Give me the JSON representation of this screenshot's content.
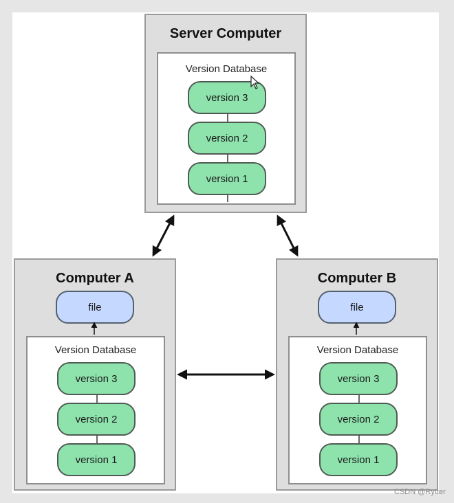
{
  "server": {
    "title": "Server Computer",
    "db_label": "Version Database",
    "versions": [
      "version 3",
      "version 2",
      "version 1"
    ]
  },
  "computer_a": {
    "title": "Computer A",
    "file_label": "file",
    "db_label": "Version Database",
    "versions": [
      "version 3",
      "version 2",
      "version 1"
    ]
  },
  "computer_b": {
    "title": "Computer B",
    "file_label": "file",
    "db_label": "Version Database",
    "versions": [
      "version 3",
      "version 2",
      "version 1"
    ]
  },
  "watermark": "CSDN @Rytter",
  "colors": {
    "version_fill": "#8ee3ad",
    "file_fill": "#c5d8ff",
    "computer_bg": "#dedede"
  }
}
